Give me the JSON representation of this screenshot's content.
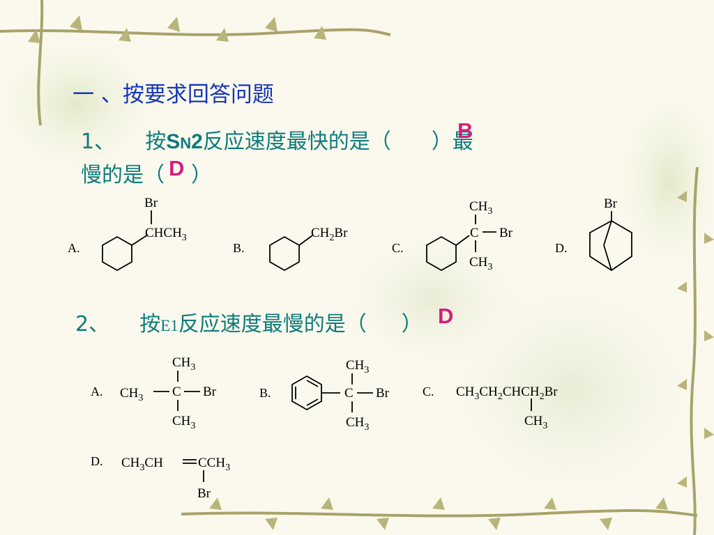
{
  "heading": "一 、按要求回答问题",
  "q1": {
    "number": "1、",
    "text_prefix": "按",
    "sn2_s": "S",
    "sn2_n": "N",
    "sn2_2": "2",
    "text_middle": "反应速度最快的是（",
    "answer_fastest": "B",
    "text_after": "）最",
    "line2_prefix": "慢的是（",
    "answer_slowest": "D",
    "line2_suffix": "）",
    "options": {
      "A": {
        "label": "A.",
        "top": "Br",
        "side": "CHCH3"
      },
      "B": {
        "label": "B.",
        "side": "CH2Br"
      },
      "C": {
        "label": "C.",
        "top": "CH3",
        "center": "C",
        "right": "Br",
        "bottom": "CH3"
      },
      "D": {
        "label": "D.",
        "top": "Br"
      }
    }
  },
  "q2": {
    "number": "2、",
    "text_prefix": "按",
    "e1": "E1",
    "text_middle": "反应速度最慢的是（",
    "answer": "D",
    "text_after": "）",
    "options": {
      "A": {
        "label": "A.",
        "top": "CH3",
        "left": "CH3",
        "center": "C",
        "right": "Br",
        "bottom": "CH3"
      },
      "B": {
        "label": "B.",
        "top": "CH3",
        "center": "C",
        "right": "Br",
        "bottom": "CH3"
      },
      "C": {
        "label": "C.",
        "chain": "CH3CH2CHCH2Br",
        "branch": "CH3"
      },
      "D": {
        "label": "D.",
        "chain_left": "CH3CH",
        "chain_right": "CCH3",
        "branch": "Br"
      }
    }
  },
  "colors": {
    "heading": "#1536b8",
    "question": "#0d7c7c",
    "answer": "#d31e7c"
  }
}
